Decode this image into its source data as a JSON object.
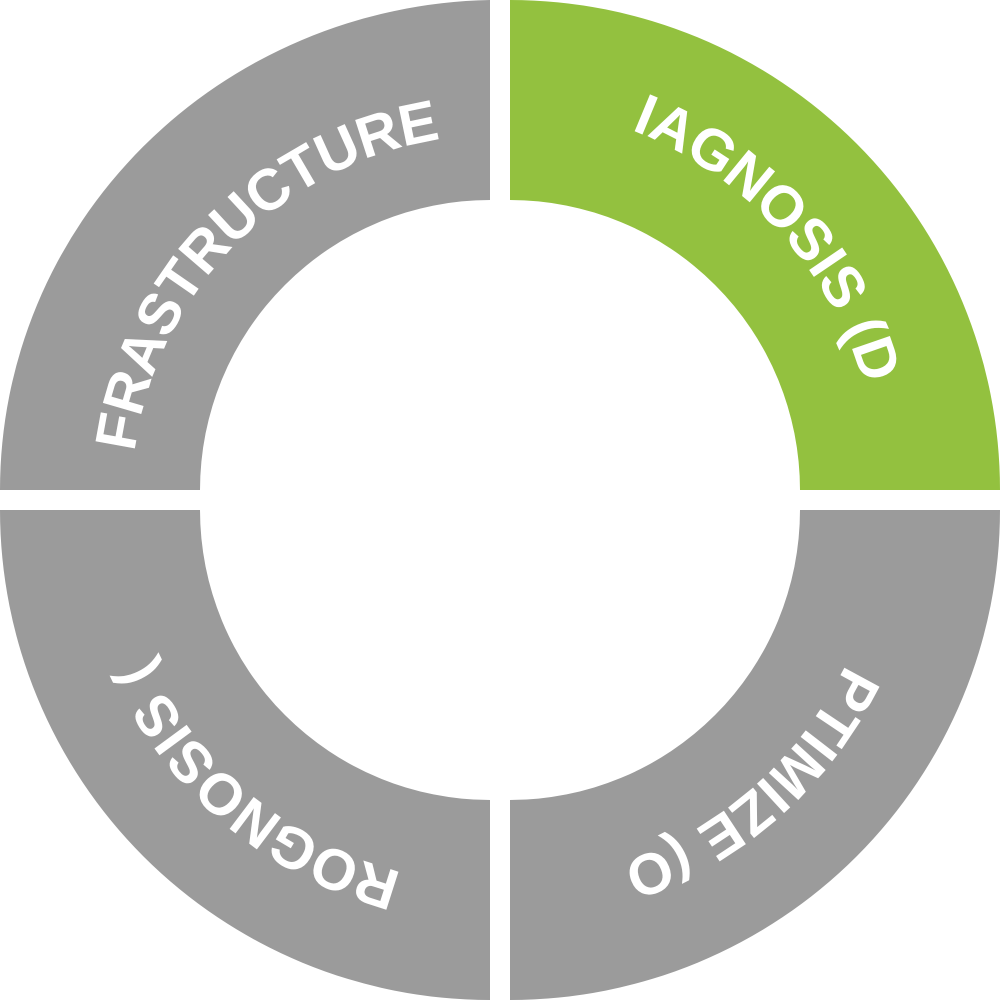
{
  "diagram": {
    "colors": {
      "background": "#ffffff",
      "text": "#ffffff"
    },
    "segments": [
      {
        "id": "infrastructure",
        "label": "INFRASTRUCTURE (I)",
        "color": "#9b9b9b",
        "active": false
      },
      {
        "id": "diagnosis",
        "label": "DIAGNOSIS (D)",
        "color": "#93c13f",
        "active": true
      },
      {
        "id": "optimize",
        "label": "OPTIMIZE (O)",
        "color": "#9b9b9b",
        "active": false
      },
      {
        "id": "prognosis",
        "label": "PROGNOSIS (P)",
        "color": "#9b9b9b",
        "active": false
      }
    ]
  }
}
